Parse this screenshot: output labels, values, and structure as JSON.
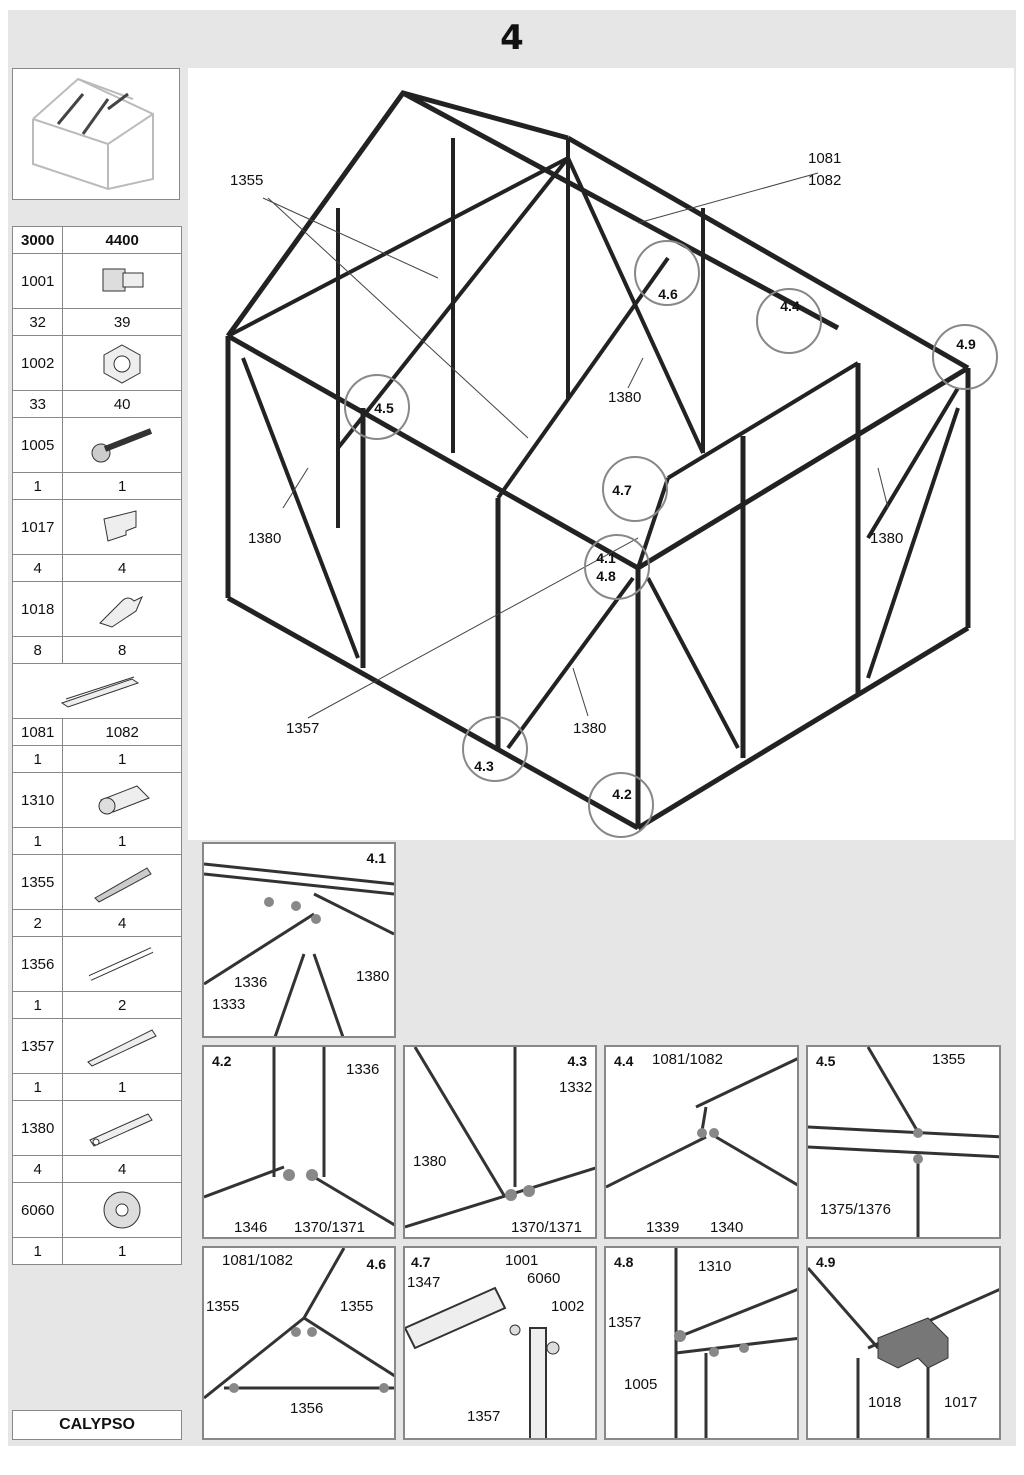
{
  "step_number": "4",
  "brand": "CALYPSO",
  "parts_table": {
    "headers": [
      "3000",
      "4400"
    ],
    "rows": [
      {
        "label": "1001",
        "icon": "bolt-head-icon",
        "qty": [
          "32",
          "39"
        ]
      },
      {
        "label": "1002",
        "icon": "hex-nut-icon",
        "qty": [
          "33",
          "40"
        ]
      },
      {
        "label": "1005",
        "icon": "screw-icon",
        "qty": [
          "1",
          "1"
        ]
      },
      {
        "label": "1017",
        "icon": "bracket-icon",
        "qty": [
          "4",
          "4"
        ]
      },
      {
        "label": "1018",
        "icon": "clip-icon",
        "qty": [
          "8",
          "8"
        ]
      },
      {
        "label": "",
        "icon": "profile-icon",
        "qty": [
          "1081",
          "1082"
        ]
      },
      {
        "label": "",
        "icon": "",
        "qty": [
          "1",
          "1"
        ],
        "qty_only": true
      },
      {
        "label": "1310",
        "icon": "cylinder-icon",
        "qty": [
          "1",
          "1"
        ]
      },
      {
        "label": "1355",
        "icon": "rail-icon",
        "qty": [
          "2",
          "4"
        ]
      },
      {
        "label": "1356",
        "icon": "strap-icon",
        "qty": [
          "1",
          "2"
        ]
      },
      {
        "label": "1357",
        "icon": "bar-icon",
        "qty": [
          "1",
          "1"
        ]
      },
      {
        "label": "1380",
        "icon": "brace-icon",
        "qty": [
          "4",
          "4"
        ]
      },
      {
        "label": "6060",
        "icon": "washer-icon",
        "qty": [
          "1",
          "1"
        ]
      }
    ]
  },
  "main_callouts": {
    "c1355": "1355",
    "c1081": "1081",
    "c1082": "1082",
    "c1380a": "1380",
    "c1380b": "1380",
    "c1380c": "1380",
    "c1380d": "1380",
    "c1357": "1357"
  },
  "detail_circles": {
    "d46": "4.6",
    "d44": "4.4",
    "d49": "4.9",
    "d45": "4.5",
    "d47": "4.7",
    "d41": "4.1",
    "d48": "4.8",
    "d43": "4.3",
    "d42": "4.2"
  },
  "details": {
    "d41": {
      "title": "4.1",
      "labels": [
        "1336",
        "1333",
        "1380"
      ]
    },
    "d42": {
      "title": "4.2",
      "labels": [
        "1336",
        "1346",
        "1370/1371"
      ]
    },
    "d43": {
      "title": "4.3",
      "labels": [
        "1332",
        "1380",
        "1370/1371"
      ]
    },
    "d44": {
      "title": "4.4",
      "labels": [
        "1081/1082",
        "1339",
        "1340"
      ]
    },
    "d45": {
      "title": "4.5",
      "labels": [
        "1355",
        "1375/1376"
      ]
    },
    "d46": {
      "title": "4.6",
      "labels": [
        "1081/1082",
        "1355",
        "1355",
        "1356"
      ]
    },
    "d47": {
      "title": "4.7",
      "labels": [
        "1001",
        "1347",
        "6060",
        "1002",
        "1357"
      ]
    },
    "d48": {
      "title": "4.8",
      "labels": [
        "1310",
        "1357",
        "1005"
      ]
    },
    "d49": {
      "title": "4.9",
      "labels": [
        "1018",
        "1017"
      ]
    }
  }
}
